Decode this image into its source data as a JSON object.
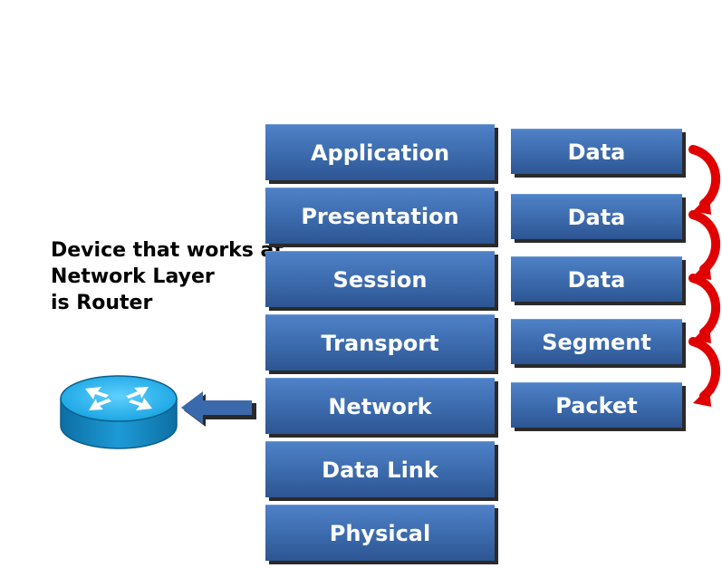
{
  "caption": {
    "line1": "Device that works at",
    "line2": "Network Layer",
    "line3": "is Router"
  },
  "osi_layers": [
    {
      "label": "Application"
    },
    {
      "label": "Presentation"
    },
    {
      "label": "Session"
    },
    {
      "label": "Transport"
    },
    {
      "label": "Network"
    },
    {
      "label": "Data Link"
    },
    {
      "label": "Physical"
    }
  ],
  "pdus": [
    {
      "label": "Data"
    },
    {
      "label": "Data"
    },
    {
      "label": "Data"
    },
    {
      "label": "Segment"
    },
    {
      "label": "Packet"
    }
  ],
  "colors": {
    "box_blue": "#3b6aac",
    "router_cyan": "#1fa8e0",
    "curved_arrow_red": "#e00000",
    "pointer_arrow_blue": "#3b6aac"
  },
  "icons": {
    "router": "router-icon",
    "pointer": "left-arrow-icon",
    "flow": "curved-down-arrow-icon"
  }
}
